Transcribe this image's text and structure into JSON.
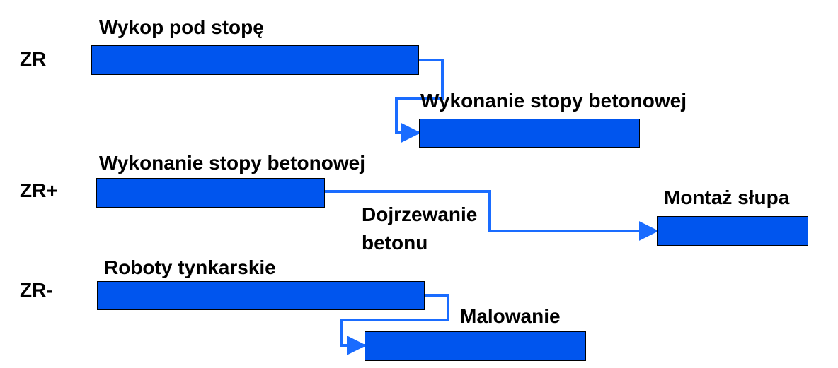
{
  "relations": {
    "zr": {
      "code": "ZR",
      "task_a": "Wykop pod stopę",
      "task_b": "Wykonanie stopy betonowej"
    },
    "zr_plus": {
      "code": "ZR+",
      "task_a": "Wykonanie stopy betonowej",
      "lag_label_line1": "Dojrzewanie",
      "lag_label_line2": "betonu",
      "task_b": "Montaż słupa"
    },
    "zr_minus": {
      "code": "ZR-",
      "task_a": "Roboty tynkarskie",
      "task_b": "Malowanie"
    }
  },
  "colors": {
    "bar_fill": "#0055ee",
    "bar_border": "#000000",
    "link_line": "#1a6cff",
    "text": "#000000"
  }
}
